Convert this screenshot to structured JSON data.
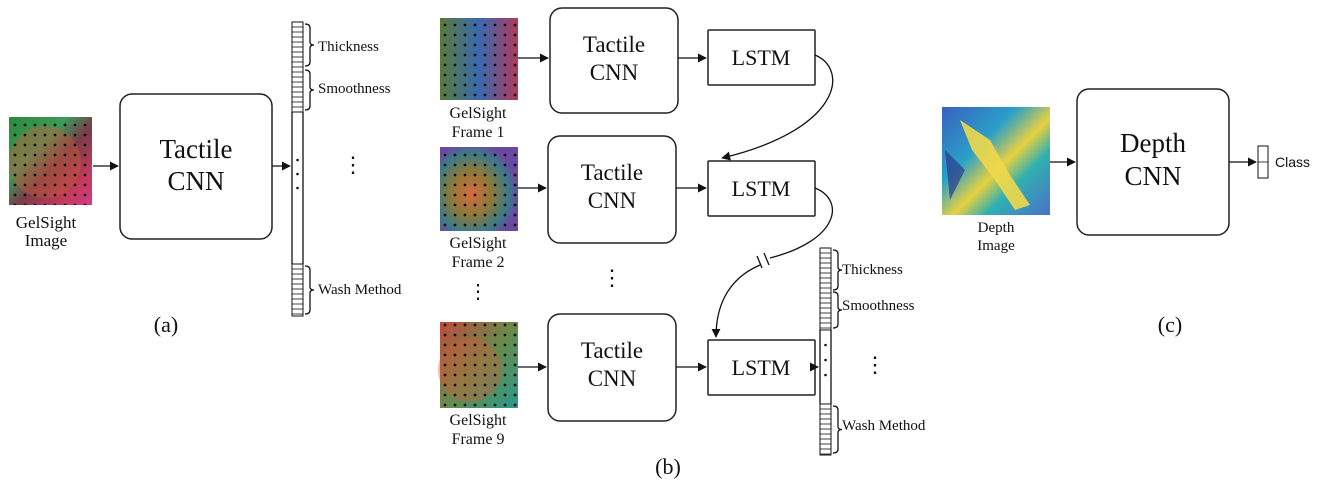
{
  "panel_a": {
    "caption": "(a)",
    "image_label": [
      "GelSight",
      "Image"
    ],
    "cnn_label": [
      "Tactile",
      "CNN"
    ],
    "outputs": [
      "Thickness",
      "Smoothness",
      "Wash Method"
    ]
  },
  "panel_b": {
    "caption": "(b)",
    "frame_labels": [
      [
        "GelSight",
        "Frame 1"
      ],
      [
        "GelSight",
        "Frame 2"
      ],
      [
        "GelSight",
        "Frame 9"
      ]
    ],
    "cnn_label": [
      "Tactile",
      "CNN"
    ],
    "lstm_label": "LSTM",
    "outputs": [
      "Thickness",
      "Smoothness",
      "Wash Method"
    ]
  },
  "panel_c": {
    "caption": "(c)",
    "image_label": [
      "Depth",
      "Image"
    ],
    "cnn_label": [
      "Depth",
      "CNN"
    ],
    "output": "Class"
  }
}
